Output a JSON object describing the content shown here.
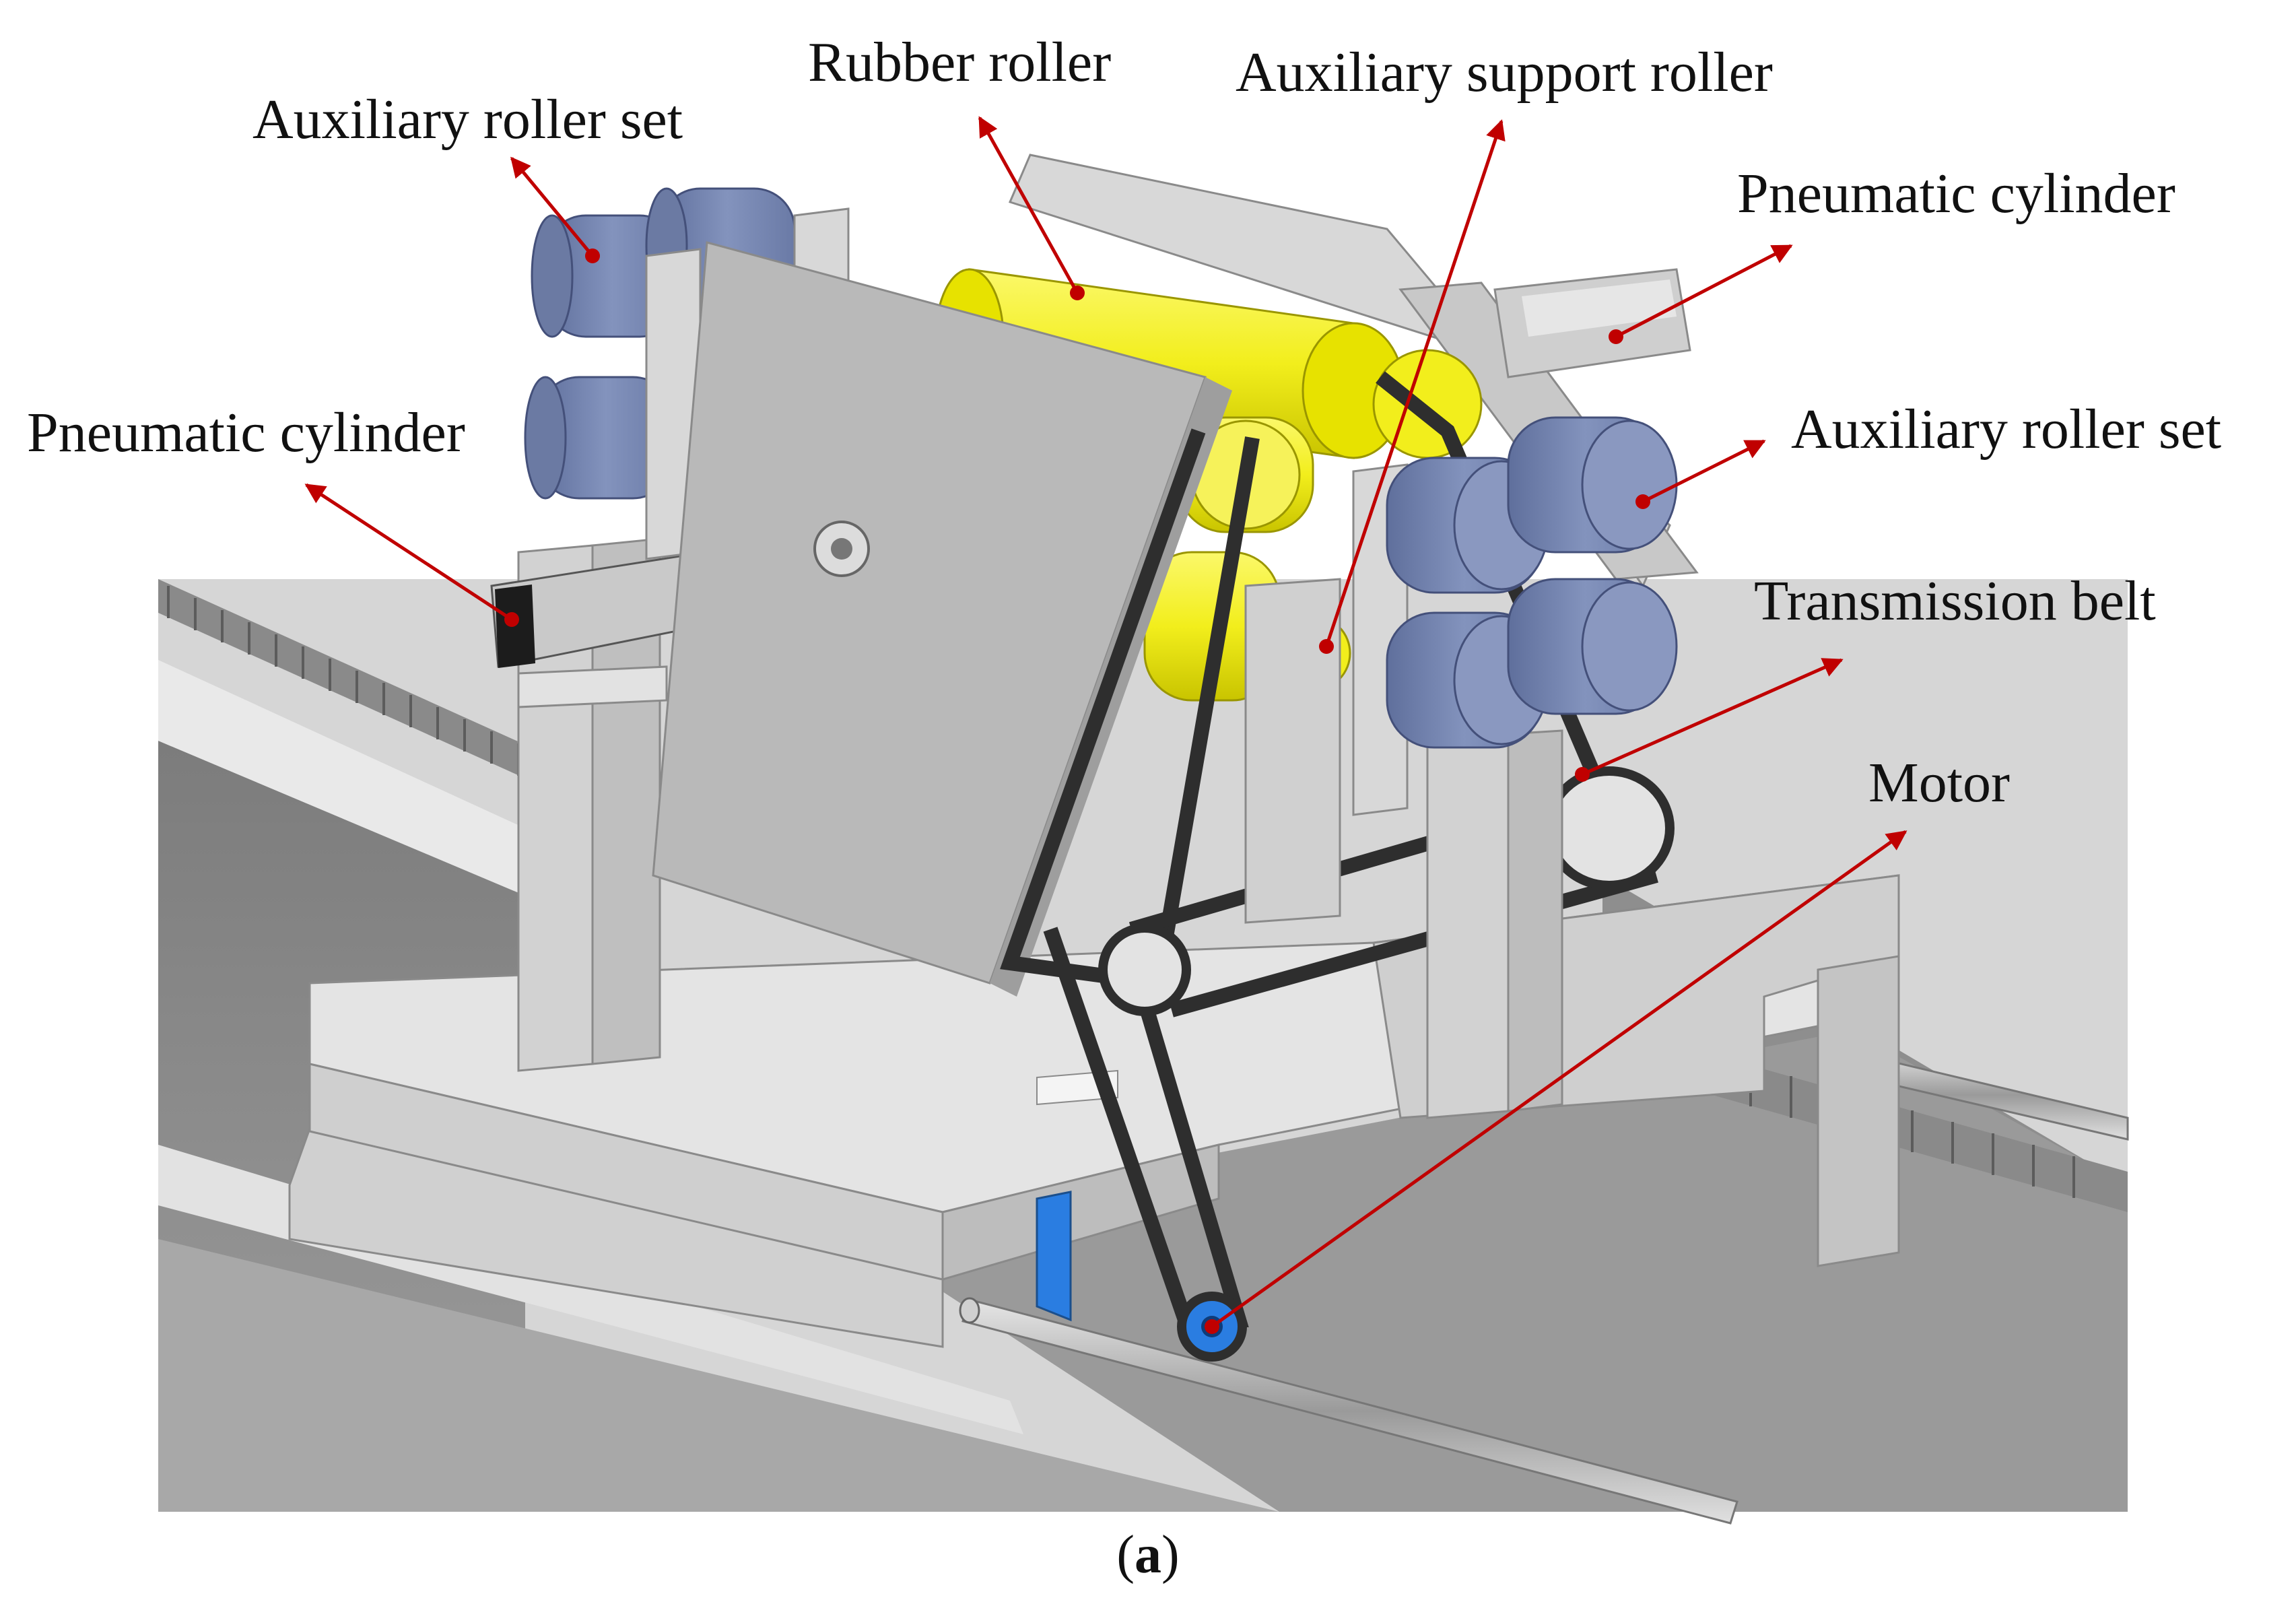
{
  "labels": {
    "rubber_roller": "Rubber roller",
    "auxiliary_support_roller": "Auxiliary support roller",
    "auxiliary_roller_set_left": "Auxiliary roller set",
    "pneumatic_cylinder_right": "Pneumatic cylinder",
    "pneumatic_cylinder_left": "Pneumatic cylinder",
    "auxiliary_roller_set_right": "Auxiliary roller set",
    "transmission_belt": "Transmission belt",
    "motor": "Motor"
  },
  "caption": {
    "open": "(",
    "letter": "a",
    "close": ")"
  },
  "colors": {
    "arrow": "#c00000",
    "rubber_roller": "#f2ee1c",
    "auxiliary_roller": "#7b8bb5",
    "frame": "#c8c8c8",
    "belt": "#2e2e2e",
    "rail_channel": "#8a8a8a",
    "motor_hub": "#2a7de1"
  }
}
